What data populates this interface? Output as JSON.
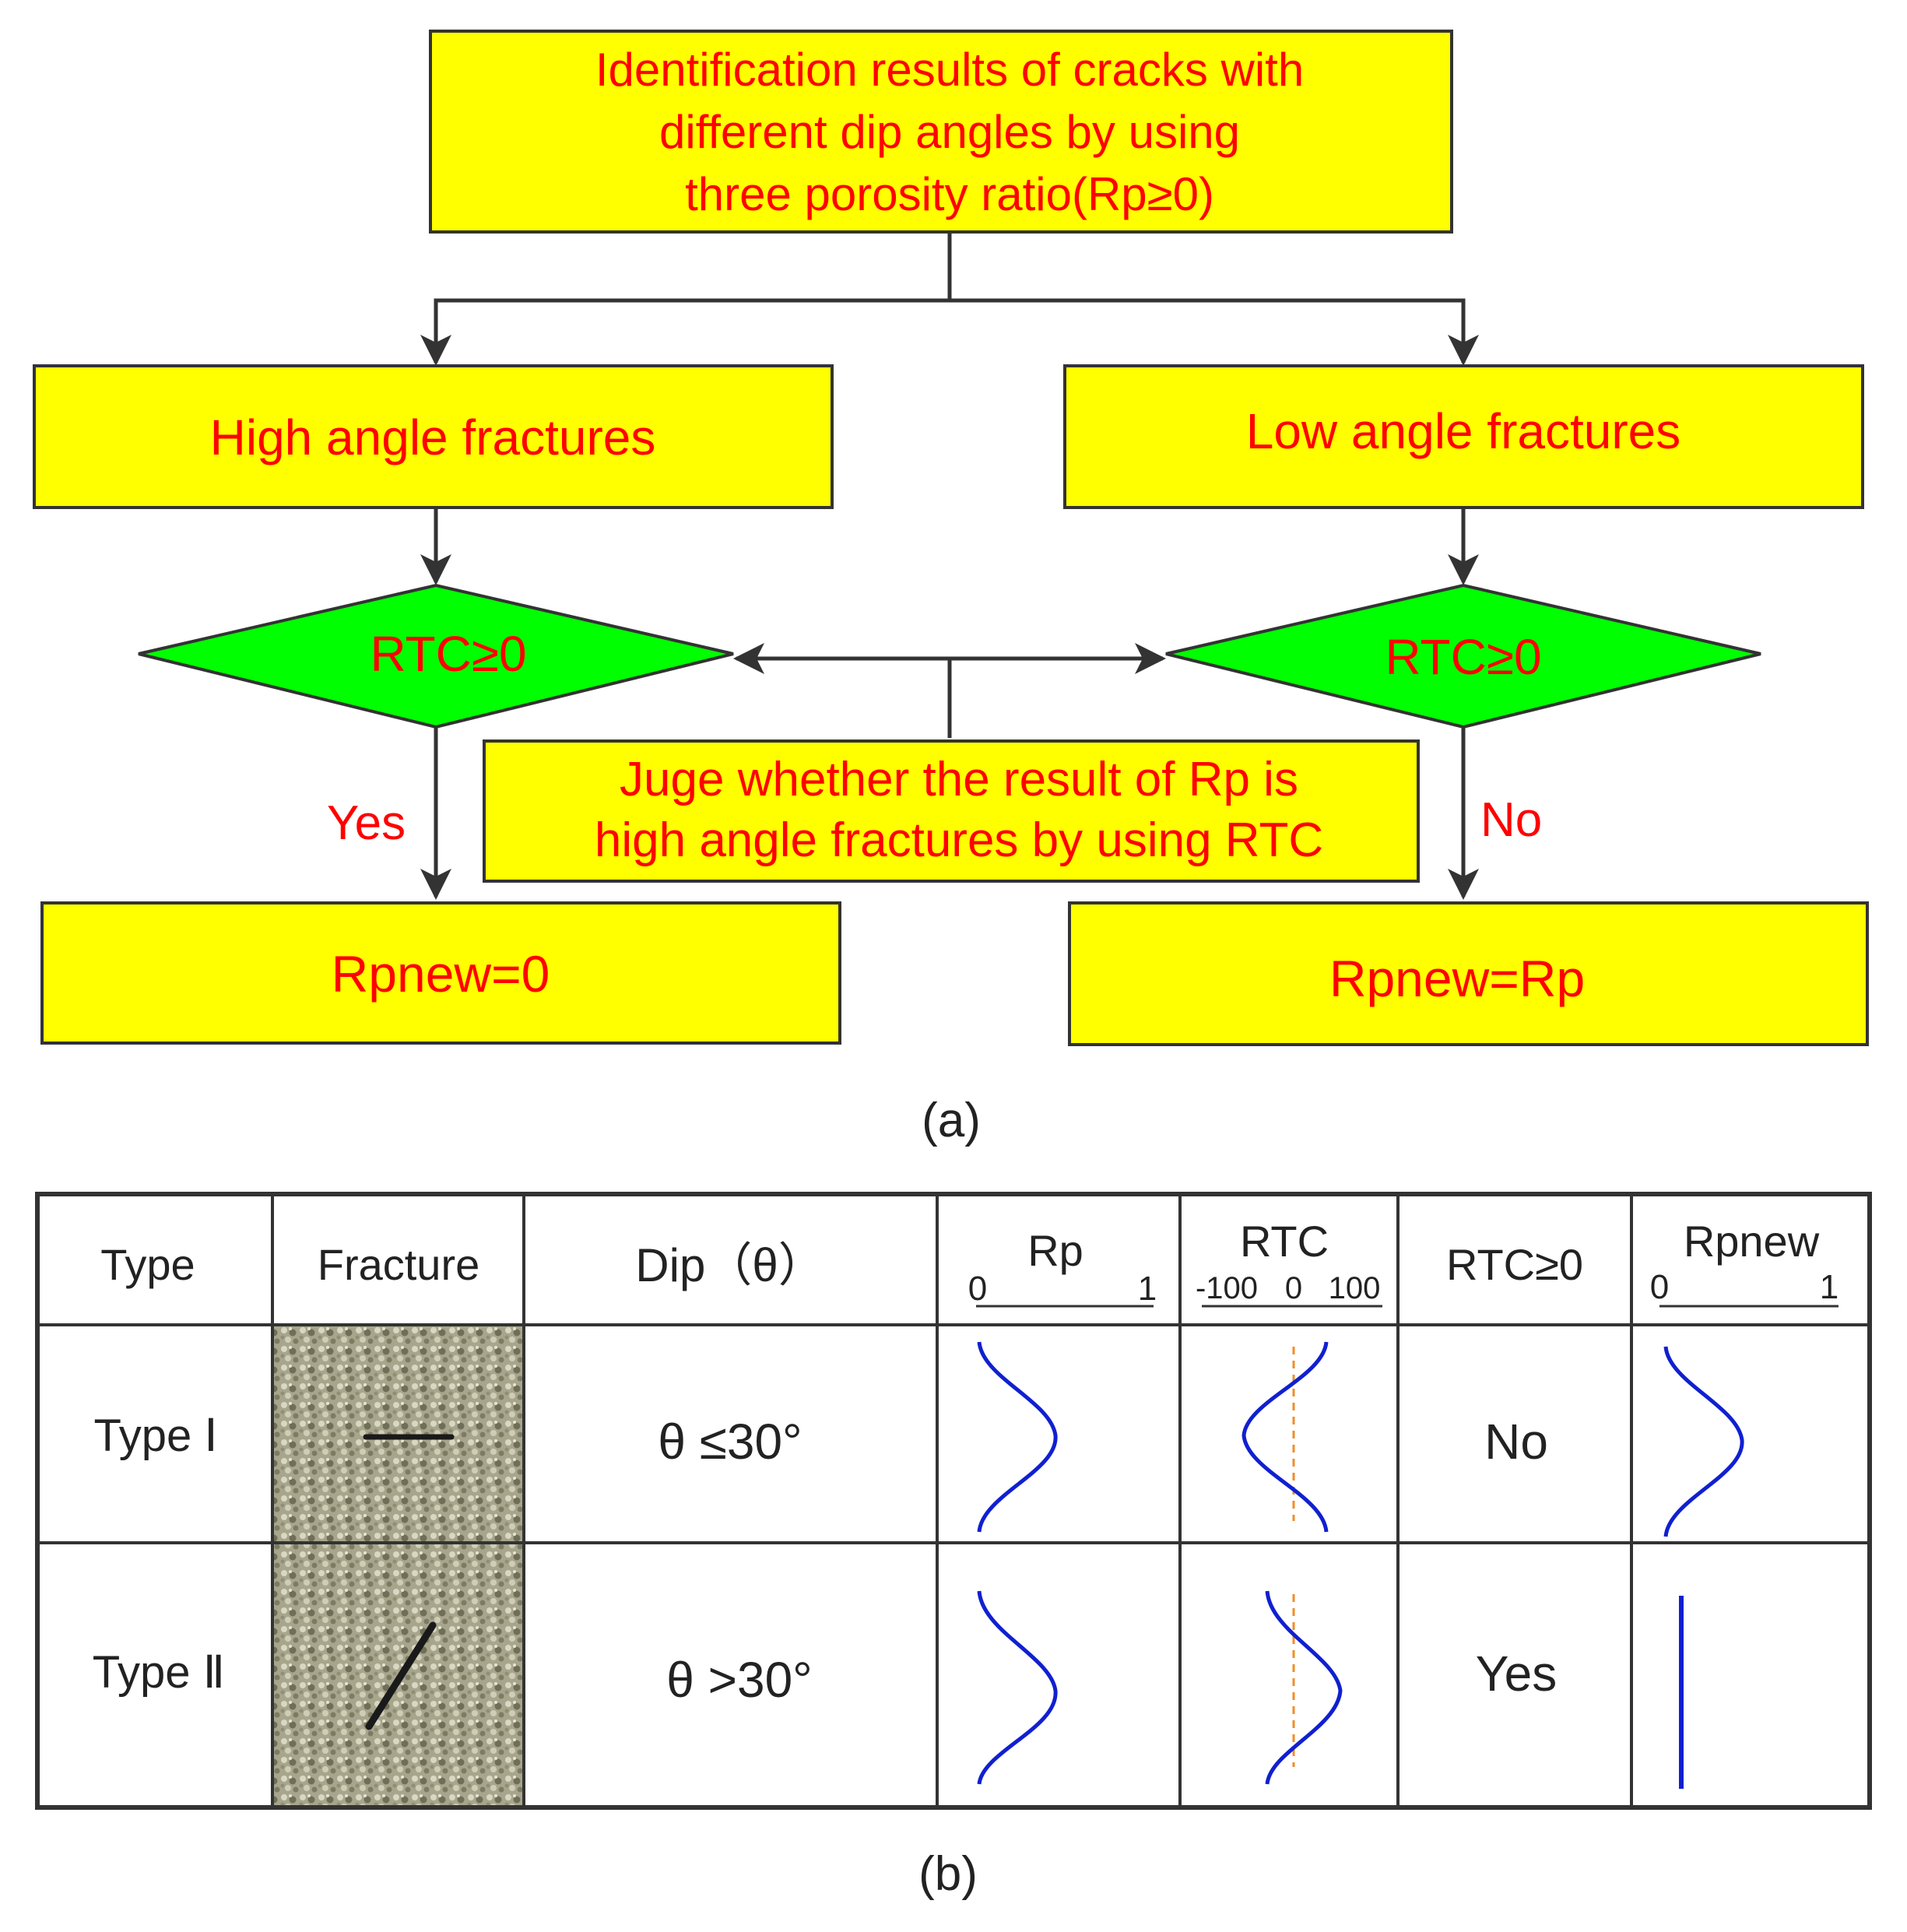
{
  "colors": {
    "box_fill": "#ffff00",
    "diamond_fill": "#00ff00",
    "box_text": "#ff0000",
    "line": "#333333",
    "curve": "#1020d0",
    "dashed": "#f28c28",
    "table_text": "#222222"
  },
  "flowchart": {
    "top_box": {
      "lines": [
        "Identification results of cracks with",
        "different dip angles by using",
        "three porosity ratio(Rp≥0)"
      ]
    },
    "high_box": "High angle fractures",
    "low_box": "Low angle fractures",
    "diamond_left": "RTC≥0",
    "diamond_right": "RTC≥0",
    "judge_box": {
      "lines": [
        "Juge whether the result of Rp is",
        "high angle fractures by using RTC"
      ]
    },
    "yes_label": "Yes",
    "no_label": "No",
    "result_left": "Rpnew=0",
    "result_right": "Rpnew=Rp",
    "caption": "(a)"
  },
  "table": {
    "headers": {
      "type": "Type",
      "fracture": "Fracture",
      "dip": "Dip（θ）",
      "rp": {
        "title": "Rp",
        "ticks": [
          "0",
          "1"
        ]
      },
      "rtc": {
        "title": "RTC",
        "ticks": [
          "-100",
          "0",
          "100"
        ]
      },
      "rtc_cond": "RTC≥0",
      "rpnew": {
        "title": "Rpnew",
        "ticks": [
          "0",
          "1"
        ]
      }
    },
    "rows": [
      {
        "type": "Type Ⅰ",
        "dip": "θ ≤30°",
        "rtc_cond": "No",
        "fracture_texture": "rock-texture-horizontal-crack",
        "rpnew_shape": "curve"
      },
      {
        "type": "Type Ⅱ",
        "dip": "θ >30°",
        "rtc_cond": "Yes",
        "fracture_texture": "rock-texture-inclined-crack",
        "rpnew_shape": "line"
      }
    ],
    "caption": "(b)"
  }
}
